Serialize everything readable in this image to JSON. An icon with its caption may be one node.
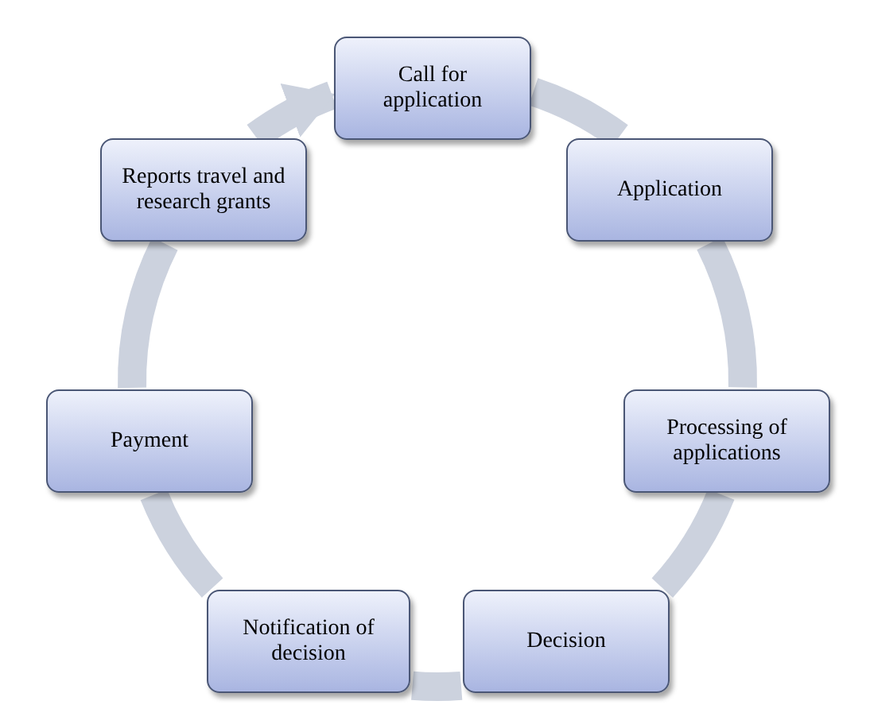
{
  "diagram": {
    "nodes": [
      {
        "text": [
          "Call for application"
        ]
      },
      {
        "text": [
          "Application"
        ]
      },
      {
        "text": [
          "Processing of applications"
        ]
      },
      {
        "text": [
          "Decision"
        ]
      },
      {
        "text": [
          "Notification of decision"
        ]
      },
      {
        "text": [
          "Payment"
        ]
      },
      {
        "text": [
          "Reports travel and research grants"
        ]
      }
    ],
    "edges": [
      {
        "from": 0,
        "to": 1,
        "arrow": "none"
      },
      {
        "from": 1,
        "to": 2,
        "arrow": "none"
      },
      {
        "from": 2,
        "to": 3,
        "arrow": "none"
      },
      {
        "from": 3,
        "to": 4,
        "arrow": "none"
      },
      {
        "from": 4,
        "to": 5,
        "arrow": "none"
      },
      {
        "from": 5,
        "to": 6,
        "arrow": "none"
      },
      {
        "from": 6,
        "to": 0,
        "arrow": "to"
      }
    ]
  }
}
